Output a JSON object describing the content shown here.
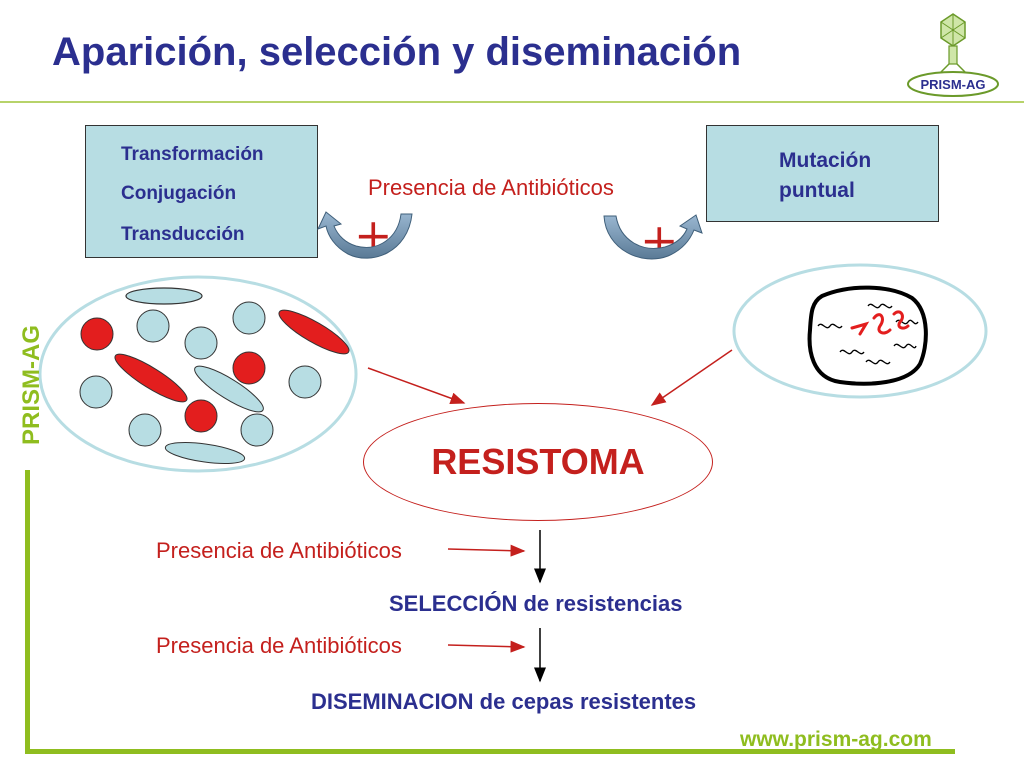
{
  "title": "Aparición, selección y diseminación",
  "logo": {
    "text": "PRISM-AG"
  },
  "left_box": {
    "items": [
      "Transformación",
      "Conjugación",
      "Transducción"
    ]
  },
  "right_box": {
    "text": "Mutación puntual"
  },
  "presence_top": "Presencia de Antibióticos",
  "plus_sign": "+",
  "center": "RESISTOMA",
  "presence_mid": "Presencia de Antibióticos",
  "selection": "SELECCIÓN de resistencias",
  "presence_bottom": "Presencia de Antibióticos",
  "dissemination": "DISEMINACION de cepas resistentes",
  "side_label": "PRISM-AG",
  "url": "www.prism-ag.com",
  "colors": {
    "title_blue": "#2b2f8f",
    "accent_red": "#c4201d",
    "accent_green": "#8fbd1f",
    "box_fill": "#b7dde3",
    "cell_blue": "#b7dde3",
    "cell_red": "#e31e1e"
  }
}
